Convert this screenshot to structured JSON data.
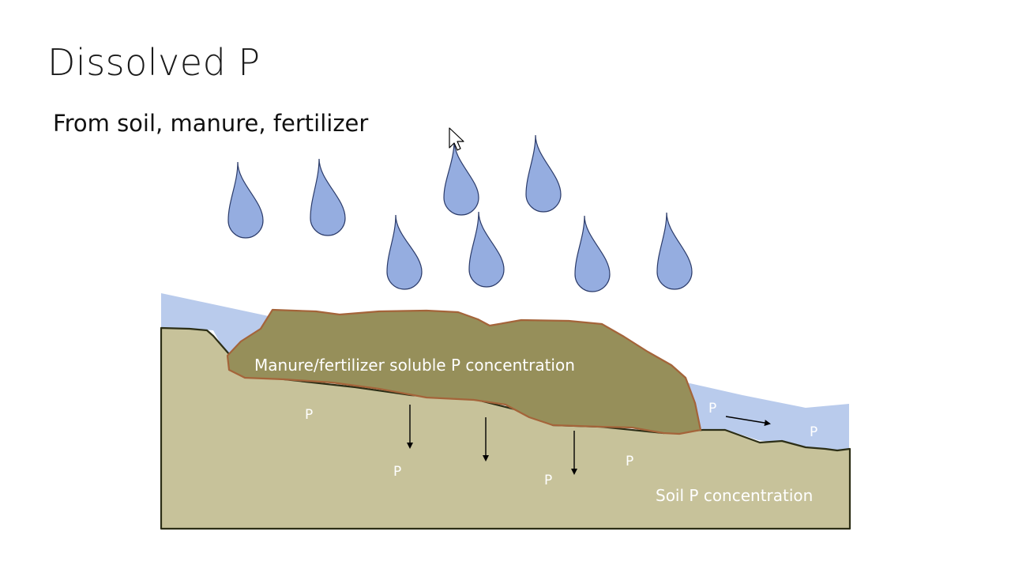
{
  "slide": {
    "title": "Dissolved P",
    "subtitle": "From soil, manure, fertilizer"
  },
  "diagram": {
    "manure_label": "Manure/fertilizer soluble P concentration",
    "soil_label": "Soil P concentration",
    "p_symbol": "P"
  },
  "colors": {
    "raindrop_fill": "#95ADE0",
    "raindrop_stroke": "#2B3B6A",
    "water": "#B9CBEC",
    "soil": "#C7C29A",
    "soil_stroke": "#2C2E16",
    "manure": "#968F5A",
    "manure_stroke": "#A4643A"
  }
}
